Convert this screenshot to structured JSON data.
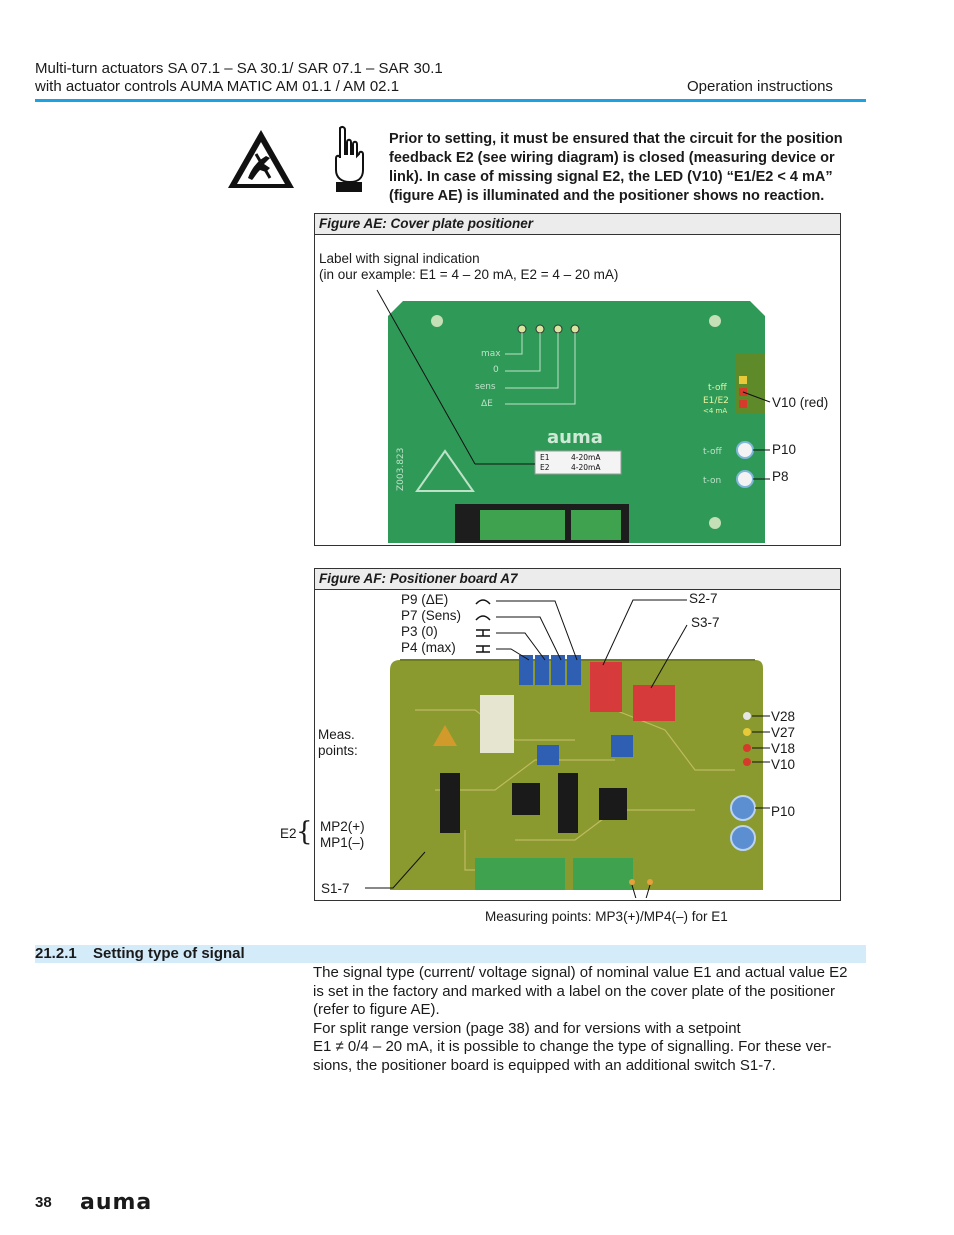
{
  "header": {
    "line1": "Multi-turn actuators SA 07.1 – SA 30.1/ SAR 07.1 – SAR 30.1",
    "line2": "with actuator controls AUMA MATIC AM 01.1 / AM 02.1",
    "right": "Operation instructions",
    "rule_color": "#1aa3e0"
  },
  "icons": [
    "esd-warning-icon",
    "hand-caution-icon"
  ],
  "warning": {
    "text": "Prior to setting, it must be ensured that the circuit for the position feedback E2 (see wiring diagram) is closed (measuring device or link). In case of missing signal E2, the LED (V10) “E1/E2 < 4 mA” (figure AE) is illuminated and the positioner shows no reaction."
  },
  "figure_ae": {
    "caption": "Figure AE: Cover plate positioner",
    "label_line1": "Label with signal indication",
    "label_line2": "(in our example: E1 = 4 – 20 mA, E2 = 4 – 20 mA)",
    "callout_v10": "V10 (red)",
    "callout_p10": "P10",
    "callout_p8": "P8",
    "board": {
      "brand": "auma",
      "row_e1_name": "E1",
      "row_e1_value": "4-20mA",
      "row_e2_name": "E2",
      "row_e2_value": "4-20mA",
      "serial": "Z003.823",
      "legend_max": "max",
      "legend_0": "0",
      "legend_sens": "sens",
      "legend_de": "ΔE",
      "side_toff": "t-off",
      "side_e1e2": "E1/E2",
      "side_lt4ma": "<4 mA",
      "knob_toff": "t-off",
      "knob_ton": "t-on",
      "color": "#2f9a58"
    }
  },
  "figure_af": {
    "caption": "Figure AF: Positioner board A7",
    "pot_p9": "P9 (ΔE)",
    "pot_p7": "P7 (Sens)",
    "pot_p3": "P3 (0)",
    "pot_p4": "P4 (max)",
    "switch_s2": "S2-7",
    "switch_s3": "S3-7",
    "led_v28": "V28",
    "led_v27": "V27",
    "led_v18": "V18",
    "led_v10": "V10",
    "pot_p10": "P10",
    "meas_line1": "Meas.",
    "meas_line2": "points:",
    "e2_label": "E2",
    "mp2": "MP2(+)",
    "mp1": "MP1(–)",
    "switch_s1": "S1-7",
    "mp_e1": "Measuring points: MP3(+)/MP4(–) for E1",
    "board_color": "#8a9a2e"
  },
  "section": {
    "number": "21.2.1",
    "title": "Setting type of signal",
    "bar_color": "#d4ecfa",
    "p1": "The signal type (current/ voltage signal) of nominal value E1 and actual value E2 is set in the factory and marked with a label on the cover plate of the positioner (refer to figure AE).",
    "p2a": "For split range version (page 38) and for versions with a setpoint",
    "p2b": "E1 ≠ 0/4 – 20 mA, it is possible to change the type of signalling. For these ver-",
    "p2c": "sions, the positioner board is equipped with an additional switch S1-7."
  },
  "footer": {
    "page": "38",
    "logo": "auma"
  }
}
